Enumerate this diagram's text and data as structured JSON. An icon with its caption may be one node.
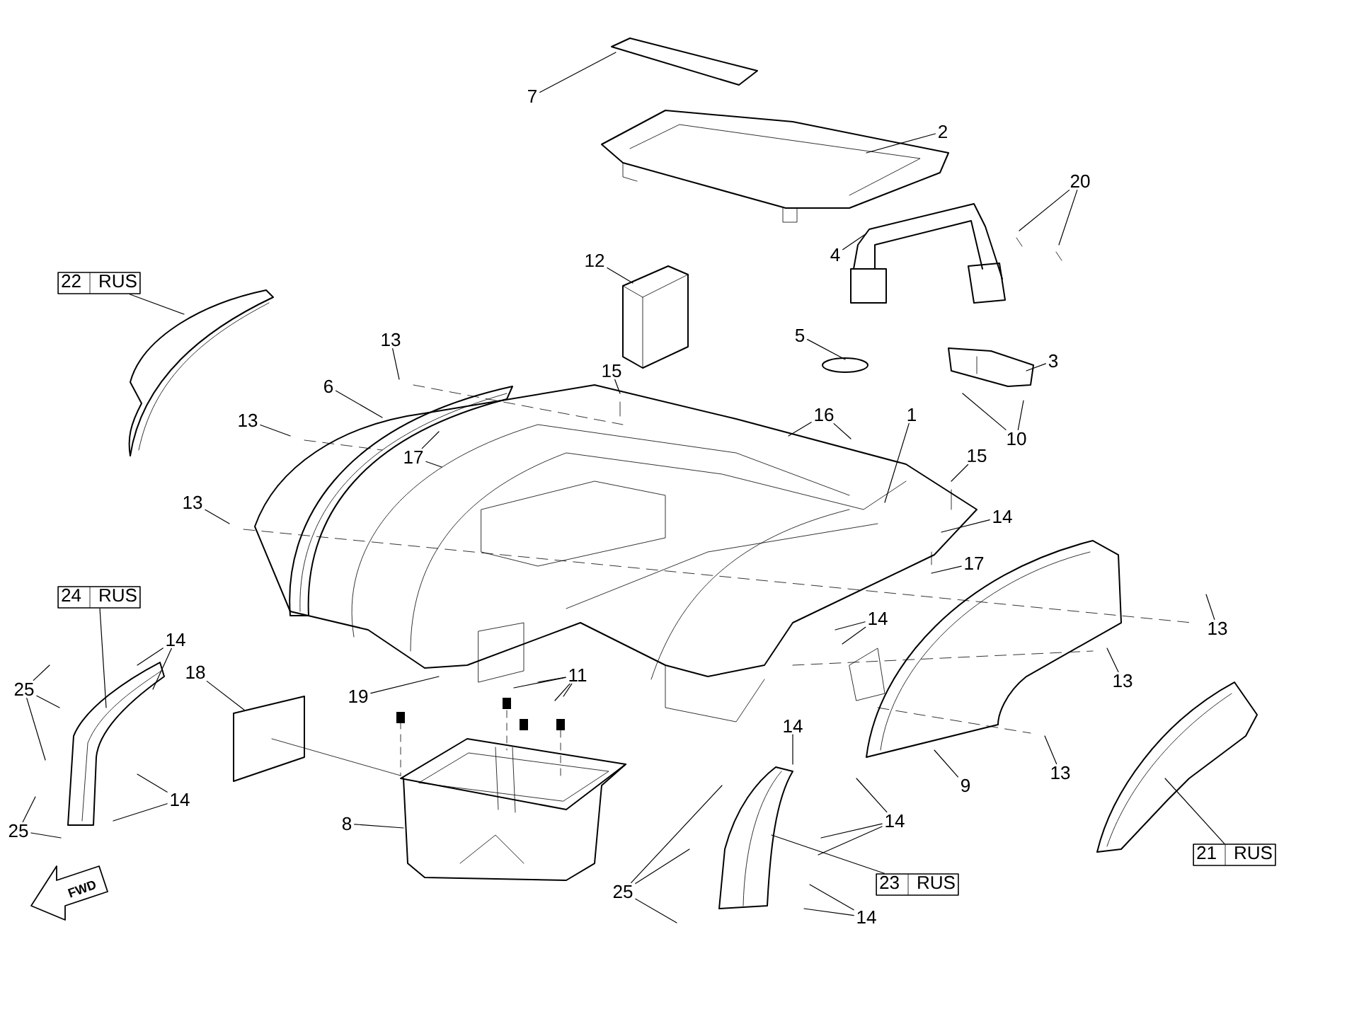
{
  "diagram": {
    "nodes": [
      {
        "text": [
          "7"
        ]
      },
      {
        "text": [
          "2"
        ]
      },
      {
        "text": [
          "20"
        ]
      },
      {
        "text": [
          "4"
        ]
      },
      {
        "text": [
          "12"
        ]
      },
      {
        "text": [
          "22",
          "RUS"
        ]
      },
      {
        "text": [
          "5"
        ]
      },
      {
        "text": [
          "13"
        ]
      },
      {
        "text": [
          "3"
        ]
      },
      {
        "text": [
          "15"
        ]
      },
      {
        "text": [
          "6"
        ]
      },
      {
        "text": [
          "13"
        ]
      },
      {
        "text": [
          "16"
        ]
      },
      {
        "text": [
          "1"
        ]
      },
      {
        "text": [
          "10"
        ]
      },
      {
        "text": [
          "17"
        ]
      },
      {
        "text": [
          "15"
        ]
      },
      {
        "text": [
          "13"
        ]
      },
      {
        "text": [
          "14"
        ]
      },
      {
        "text": [
          "17"
        ]
      },
      {
        "text": [
          "24",
          "RUS"
        ]
      },
      {
        "text": [
          "14"
        ]
      },
      {
        "text": [
          "13"
        ]
      },
      {
        "text": [
          "14"
        ]
      },
      {
        "text": [
          "18"
        ]
      },
      {
        "text": [
          "11"
        ]
      },
      {
        "text": [
          "13"
        ]
      },
      {
        "text": [
          "25"
        ]
      },
      {
        "text": [
          "19"
        ]
      },
      {
        "text": [
          "14"
        ]
      },
      {
        "text": [
          "13"
        ]
      },
      {
        "text": [
          "9"
        ]
      },
      {
        "text": [
          "14"
        ]
      },
      {
        "text": [
          "8"
        ]
      },
      {
        "text": [
          "25"
        ]
      },
      {
        "text": [
          "14"
        ]
      },
      {
        "text": [
          "21",
          "RUS"
        ]
      },
      {
        "text": [
          "23",
          "RUS"
        ]
      },
      {
        "text": [
          "25"
        ]
      },
      {
        "text": [
          "14"
        ]
      }
    ],
    "edges": [
      {
        "from": 0,
        "to": null,
        "arrow": "none"
      },
      {
        "from": 1,
        "to": null,
        "arrow": "none"
      },
      {
        "from": 2,
        "to": null,
        "arrow": "none"
      },
      {
        "from": 2,
        "to": null,
        "arrow": "none"
      },
      {
        "from": 3,
        "to": null,
        "arrow": "none"
      },
      {
        "from": 4,
        "to": null,
        "arrow": "none"
      },
      {
        "from": 5,
        "to": null,
        "arrow": "none"
      },
      {
        "from": 6,
        "to": null,
        "arrow": "none"
      },
      {
        "from": 7,
        "to": null,
        "arrow": "none"
      },
      {
        "from": 8,
        "to": null,
        "arrow": "none"
      },
      {
        "from": 9,
        "to": null,
        "arrow": "none"
      },
      {
        "from": 10,
        "to": null,
        "arrow": "none"
      },
      {
        "from": 11,
        "to": null,
        "arrow": "none"
      },
      {
        "from": 12,
        "to": null,
        "arrow": "none"
      },
      {
        "from": 12,
        "to": null,
        "arrow": "none"
      },
      {
        "from": 13,
        "to": null,
        "arrow": "none"
      },
      {
        "from": 14,
        "to": null,
        "arrow": "none"
      },
      {
        "from": 14,
        "to": null,
        "arrow": "none"
      },
      {
        "from": 15,
        "to": null,
        "arrow": "none"
      },
      {
        "from": 15,
        "to": null,
        "arrow": "none"
      },
      {
        "from": 16,
        "to": null,
        "arrow": "none"
      },
      {
        "from": 17,
        "to": null,
        "arrow": "none"
      },
      {
        "from": 18,
        "to": null,
        "arrow": "none"
      },
      {
        "from": 19,
        "to": null,
        "arrow": "none"
      },
      {
        "from": 20,
        "to": null,
        "arrow": "none"
      },
      {
        "from": 21,
        "to": null,
        "arrow": "none"
      },
      {
        "from": 21,
        "to": null,
        "arrow": "none"
      },
      {
        "from": 22,
        "to": null,
        "arrow": "none"
      },
      {
        "from": 23,
        "to": null,
        "arrow": "none"
      },
      {
        "from": 23,
        "to": null,
        "arrow": "none"
      },
      {
        "from": 24,
        "to": null,
        "arrow": "none"
      },
      {
        "from": 25,
        "to": null,
        "arrow": "none"
      },
      {
        "from": 25,
        "to": null,
        "arrow": "none"
      },
      {
        "from": 25,
        "to": null,
        "arrow": "none"
      },
      {
        "from": 25,
        "to": null,
        "arrow": "none"
      },
      {
        "from": 26,
        "to": null,
        "arrow": "none"
      },
      {
        "from": 27,
        "to": null,
        "arrow": "none"
      },
      {
        "from": 27,
        "to": null,
        "arrow": "none"
      },
      {
        "from": 27,
        "to": null,
        "arrow": "none"
      },
      {
        "from": 28,
        "to": null,
        "arrow": "none"
      },
      {
        "from": 29,
        "to": null,
        "arrow": "none"
      },
      {
        "from": 30,
        "to": null,
        "arrow": "none"
      },
      {
        "from": 31,
        "to": null,
        "arrow": "none"
      },
      {
        "from": 32,
        "to": null,
        "arrow": "none"
      },
      {
        "from": 32,
        "to": null,
        "arrow": "none"
      },
      {
        "from": 32,
        "to": null,
        "arrow": "none"
      },
      {
        "from": 33,
        "to": null,
        "arrow": "none"
      },
      {
        "from": 34,
        "to": null,
        "arrow": "none"
      },
      {
        "from": 34,
        "to": null,
        "arrow": "none"
      },
      {
        "from": 35,
        "to": null,
        "arrow": "none"
      },
      {
        "from": 35,
        "to": null,
        "arrow": "none"
      },
      {
        "from": 36,
        "to": null,
        "arrow": "none"
      },
      {
        "from": 37,
        "to": null,
        "arrow": "none"
      },
      {
        "from": 38,
        "to": null,
        "arrow": "none"
      },
      {
        "from": 38,
        "to": null,
        "arrow": "none"
      },
      {
        "from": 38,
        "to": null,
        "arrow": "none"
      },
      {
        "from": 39,
        "to": null,
        "arrow": "none"
      },
      {
        "from": 39,
        "to": null,
        "arrow": "none"
      }
    ],
    "labels": [
      "FWD"
    ]
  }
}
